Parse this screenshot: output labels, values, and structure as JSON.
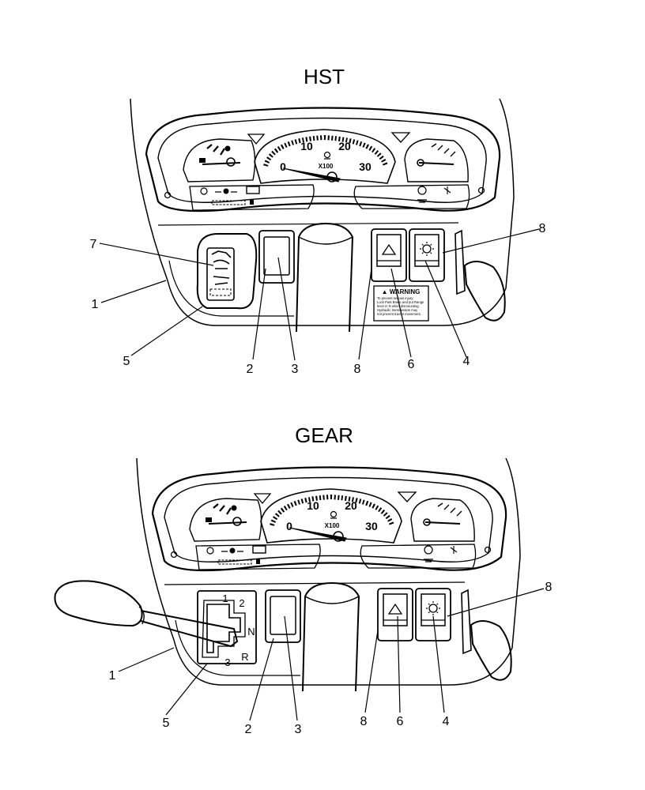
{
  "panels": [
    {
      "title": "HST",
      "gauge": {
        "ticks": [
          "0",
          "10",
          "20",
          "30"
        ],
        "multiplier": "X100"
      },
      "warning": {
        "heading": "▲ WARNING",
        "lines": [
          "To prevent serious injury:",
          "Lock Park Brake and put Range",
          "lever in N when dismounting.",
          "Hydraulic transmission may",
          "not prevent tractor movement."
        ]
      },
      "callouts": [
        "1",
        "2",
        "3",
        "4",
        "5",
        "6",
        "7",
        "8",
        "8"
      ]
    },
    {
      "title": "GEAR",
      "gauge": {
        "ticks": [
          "0",
          "10",
          "20",
          "30"
        ],
        "multiplier": "X100"
      },
      "gate_labels": [
        "1",
        "2",
        "N",
        "R",
        "3"
      ],
      "callouts": [
        "1",
        "2",
        "3",
        "4",
        "5",
        "6",
        "8",
        "8"
      ]
    }
  ]
}
